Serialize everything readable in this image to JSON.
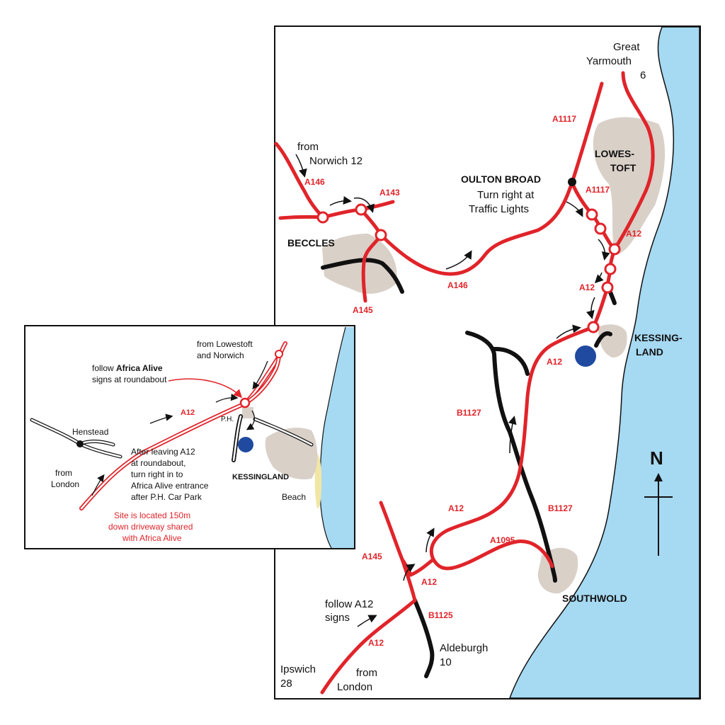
{
  "main_map": {
    "places": {
      "great_yarmouth": "Great Yarmouth",
      "great_yarmouth_line1": "Great",
      "great_yarmouth_line2": "Yarmouth",
      "great_yarmouth_dist": "6",
      "lowestoft_line1": "LOWES-",
      "lowestoft_line2": "TOFT",
      "oulton_broad": "OULTON BROAD",
      "beccles": "BECCLES",
      "kessingland_line1": "KESSING-",
      "kessingland_line2": "LAND",
      "southwold": "SOUTHWOLD",
      "ipswich_line1": "Ipswich",
      "ipswich_line2": "28",
      "aldeburgh_line1": "Aldeburgh",
      "aldeburgh_line2": "10"
    },
    "notes": {
      "from_norwich_line1": "from",
      "from_norwich_line2": "Norwich 12",
      "turn_right_line1": "Turn right at",
      "turn_right_line2": "Traffic Lights",
      "follow_a12_line1": "follow A12",
      "follow_a12_line2": "signs",
      "from_london_line1": "from",
      "from_london_line2": "London"
    },
    "roads": {
      "a1117_top": "A1117",
      "a1117_mid": "A1117",
      "a146_top": "A146",
      "a143": "A143",
      "a146_bottom": "A146",
      "a145_top": "A145",
      "a12_lowestoft": "A12",
      "a12_mid": "A12",
      "a12_kessingland": "A12",
      "b1127_left": "B1127",
      "b1127_right": "B1127",
      "a12_south": "A12",
      "a1095": "A1095",
      "a145_bottom": "A145",
      "a12_junction": "A12",
      "b1125": "B1125",
      "a12_ipswich": "A12"
    },
    "compass": "N"
  },
  "inset_map": {
    "from_lowestoft_line1": "from Lowestoft",
    "from_lowestoft_line2": "and Norwich",
    "follow_line1_pre": "follow ",
    "follow_line1_bold": "Africa Alive",
    "follow_line2": "signs at roundabout",
    "a12": "A12",
    "ph": "P.H.",
    "henstead": "Henstead",
    "from_london_line1": "from",
    "from_london_line2": "London",
    "after_line1": "After leaving A12",
    "after_line2": "at roundabout,",
    "after_line3": "turn right in to",
    "after_line4": "Africa Alive entrance",
    "after_line5": "after P.H. Car Park",
    "kessingland": "KESSINGLAND",
    "beach": "Beach",
    "site_line1": "Site is located 150m",
    "site_line2": "down driveway shared",
    "site_line3": "with Africa Alive"
  },
  "colors": {
    "sea": "#a6d9f2",
    "town": "#d9d0c8",
    "road_red": "#e0242a",
    "road_black": "#111111",
    "site_dot": "#1f4aa0",
    "beach": "#f2e6a6"
  }
}
